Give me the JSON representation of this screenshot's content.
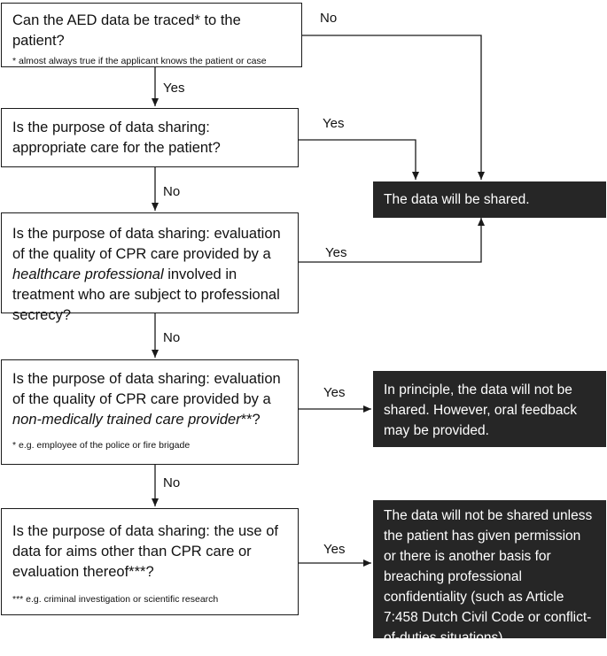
{
  "questions": [
    {
      "text": "Can the AED data be traced* to the patient?",
      "footnote": "* almost always true if the applicant knows the patient or case"
    },
    {
      "text": "Is the purpose of data sharing: appropriate care for the patient?"
    },
    {
      "text_before": "Is the purpose of data sharing: evaluation of the quality of CPR care provided by a ",
      "emphasis": "healthcare professional",
      "text_after": " involved in treatment who are subject to professional secrecy?"
    },
    {
      "text_before": "Is the purpose of data sharing: evaluation of the quality of CPR care provided by a ",
      "emphasis": "non-medically trained care provider",
      "text_after": "**?",
      "footnote": "* e.g. employee of the police or fire brigade"
    },
    {
      "text": "Is the purpose of data sharing: the use of data for aims other than CPR care or evaluation thereof***?",
      "footnote": "*** e.g. criminal investigation or scientific research"
    }
  ],
  "outcomes": [
    {
      "text": "The data will be shared."
    },
    {
      "text": "In principle, the data will not be shared. However, oral feedback may be provided."
    },
    {
      "text": "The data will not be shared unless the patient has given permission or there is another basis for breaching professional confidentiality (such as Article 7:458 Dutch Civil Code or conflict-of-duties situations)."
    }
  ],
  "labels": {
    "q1_no": "No",
    "q1_yes": "Yes",
    "q2_yes": "Yes",
    "q2_no": "No",
    "q3_yes": "Yes",
    "q3_no": "No",
    "q4_yes": "Yes",
    "q4_no": "No",
    "q5_yes": "Yes"
  },
  "colors": {
    "line": "#1a1a1a",
    "outcome_fill": "#262626",
    "outcome_text": "#ffffff"
  }
}
